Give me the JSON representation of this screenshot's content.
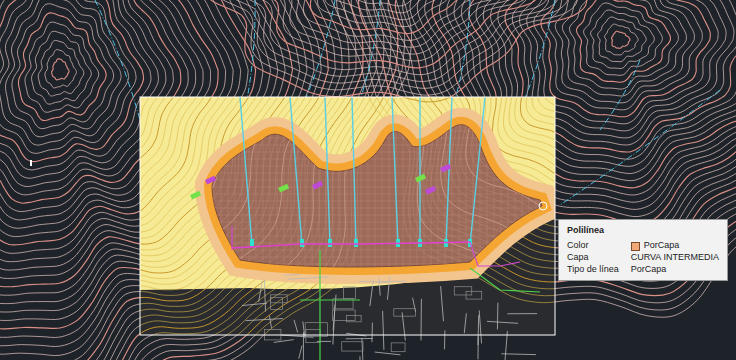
{
  "diagram": {
    "nodes": [
      {
        "text": [
          "Polilínea",
          "Color",
          "PorCapa",
          "Capa",
          "CURVA INTERMEDIA",
          "Tipo de línea",
          "PorCapa"
        ]
      }
    ]
  }
}
